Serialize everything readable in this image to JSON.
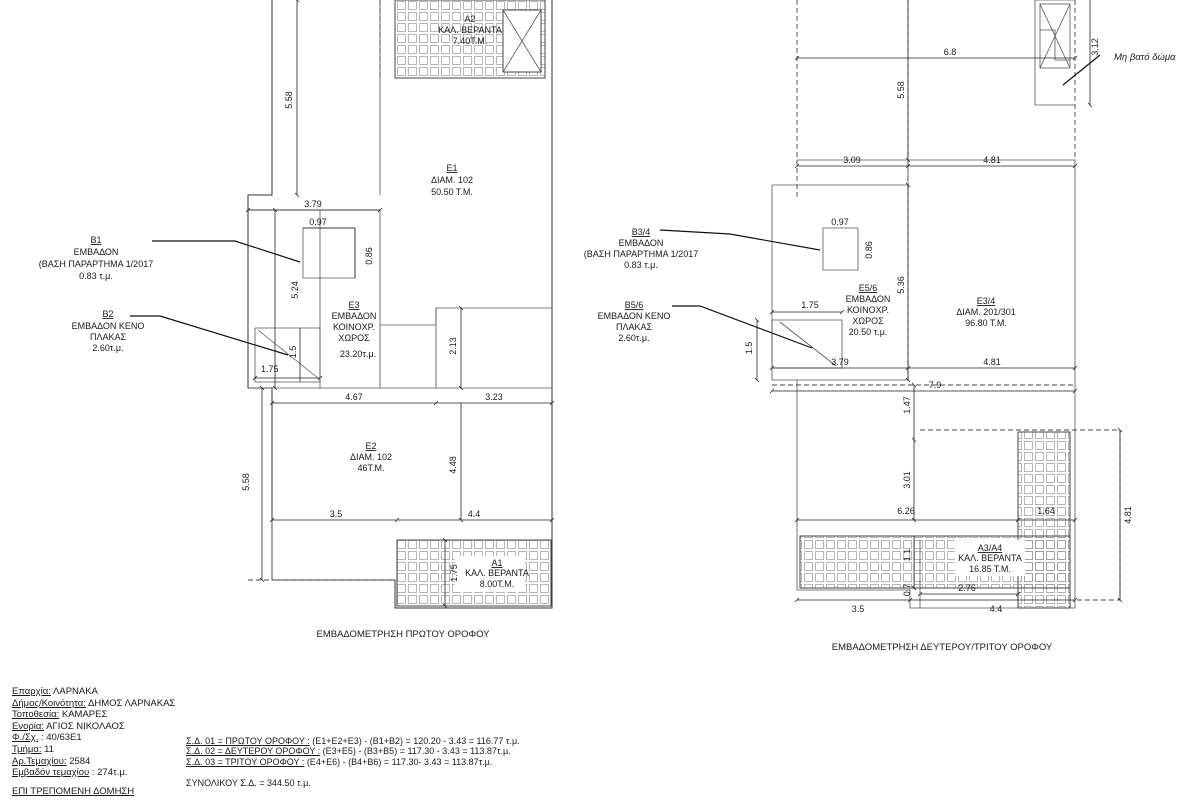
{
  "floor1": {
    "caption": "ΕΜΒΑΔΟΜΕΤΡΗΣΗ   ΠΡΩΤΟΥ ΟΡΟΦΟΥ",
    "rooms": {
      "a2": {
        "id": "A2",
        "l1": "ΚΑΛ. ΒΕΡΑΝΤΑ",
        "l2": "7.40Τ.Μ."
      },
      "e1": {
        "id": "E1",
        "l1": "ΔΙΑΜ. 102",
        "l2": "50.50 Τ.Μ."
      },
      "b1": {
        "id": "B1",
        "l1": "ΕΜΒΑΔΟΝ",
        "l2": "(ΒΑΣΗ ΠΑΡΑΡΤΗΜΑ 1/2017",
        "l3": "0.83 τ.μ."
      },
      "b2": {
        "id": "B2",
        "l1": "ΕΜΒΑΔΟΝ ΚΕΝΟ",
        "l2": "ΠΛΑΚΑΣ",
        "l3": "2.60τ.μ."
      },
      "e3": {
        "id": "E3",
        "l1": "ΕΜΒΑΔΟΝ",
        "l2": "ΚΟΙΝΟΧΡ.",
        "l3": "ΧΩΡΟΣ",
        "l4": "23.20τ.μ."
      },
      "e2": {
        "id": "E2",
        "l1": "ΔΙΑΜ. 102",
        "l2": "46Τ.Μ."
      },
      "a1": {
        "id": "A1",
        "l1": "ΚΑΛ. ΒΕΡΑΝΤΑ",
        "l2": "8.00Τ.Μ."
      }
    },
    "dims": {
      "d558a": "5.58",
      "d379": "3.79",
      "d097": "0.97",
      "d086": "0.86",
      "d524": "5.24",
      "d15": "1.5",
      "d175": "1.75",
      "d213": "2.13",
      "d467": "4.67",
      "d323": "3.23",
      "d558b": "5.58",
      "d448": "4.48",
      "d35": "3.5",
      "d44": "4.4",
      "d175b": "1.75"
    }
  },
  "floor2": {
    "caption": "ΕΜΒΑΔΟΜΕΤΡΗΣΗ  ΔΕΥΤΕΡΟΥ/ΤΡΙΤΟΥ ΟΡΟΦΟΥ",
    "roof_note": "Μη βατό δώμα",
    "rooms": {
      "b34": {
        "id": "B3/4",
        "l1": "ΕΜΒΑΔΟΝ",
        "l2": "(ΒΑΣΗ ΠΑΡΑΡΤΗΜΑ 1/2017",
        "l3": "0.83 τ.μ."
      },
      "b56": {
        "id": "B5/6",
        "l1": "ΕΜΒΑΔΟΝ ΚΕΝΟ",
        "l2": "ΠΛΑΚΑΣ",
        "l3": "2.60τ.μ."
      },
      "e56": {
        "id": "E5/6",
        "l1": "ΕΜΒΑΔΟΝ",
        "l2": "ΚΟΙΝΟΧΡ.",
        "l3": "ΧΩΡΟΣ",
        "l4": "20.50 τ.μ."
      },
      "e34": {
        "id": "E3/4",
        "l1": "ΔΙΑΜ. 201/301",
        "l2": "96.80 Τ.Μ."
      },
      "a34": {
        "id": "A3/A4",
        "l1": "ΚΑΛ. ΒΕΡΑΝΤΑ",
        "l2": "16.85 Τ.Μ."
      }
    },
    "dims": {
      "d68": "6.8",
      "d312": "3.12",
      "d558": "5.58",
      "d309": "3.09",
      "d481a": "4.81",
      "d097": "0.97",
      "d086": "0.86",
      "d536": "5.36",
      "d175": "1.75",
      "d15": "1.5",
      "d379": "3.79",
      "d481b": "4.81",
      "d79": "7.9",
      "d147": "1.47",
      "d301": "3.01",
      "d626": "6.26",
      "d164": "1.64",
      "d481c": "4.81",
      "d11": "1.1",
      "d07": "0.7",
      "d276": "2.76",
      "d35": "3.5",
      "d44": "4.4"
    }
  },
  "info": [
    {
      "k": "Επαρχία:",
      "v": " ΛΑΡΝΑΚΑ"
    },
    {
      "k": "Δήμος/Κοινότητα:",
      "v": "  ΔΗΜΟΣ ΛΑΡΝΑΚΑΣ"
    },
    {
      "k": "Τοποθεσία:",
      "v": "  ΚΑΜΑΡΕΣ"
    },
    {
      "k": "Ενορία:",
      "v": " ΑΓΙΟΣ ΝΙΚΟΛΑΟΣ"
    },
    {
      "k": "Φ./Σχ.",
      "v": " : 40/63Ε1"
    },
    {
      "k": "Τμήμα:",
      "v": " 11"
    },
    {
      "k": "Αρ.Τεμαχίου:",
      "v": " 2584"
    },
    {
      "k": "Εμβαδόν τεμαχίου",
      "v": " : 274τ.μ."
    }
  ],
  "formulas": [
    {
      "k": "Σ.Δ. 01 =  ΠΡΩΤΟΥ ΟΡΟΦΟΥ  :",
      "v": "  (Ε1+Ε2+Ε3) - (Β1+Β2) = 120.20 - 3.43 = 116.77 τ.μ."
    },
    {
      "k": "Σ.Δ. 02 =  ΔΕΥΤΕΡΟΥ  ΟΡΟΦΟΥ  :",
      "v": "  (Ε3+Ε5) - (Β3+Β5) = 117.30 - 3.43 = 113.87τ.μ."
    },
    {
      "k": "Σ.Δ. 03 =  ΤΡΙΤΟΥ ΟΡΟΦΟΥ  :",
      "v": "  (Ε4+Ε6) - (Β4+Β6) = 117.30- 3.43 = 113.87τ.μ."
    }
  ],
  "total": "ΣΥΝΟΛΙΚΟΥ Σ.Δ. = 344.50 τ.μ.",
  "footer_note": "ΕΠΙ ΤΡΕΠΟΜΕΝΗ ΔΟΜΗΣΗ"
}
